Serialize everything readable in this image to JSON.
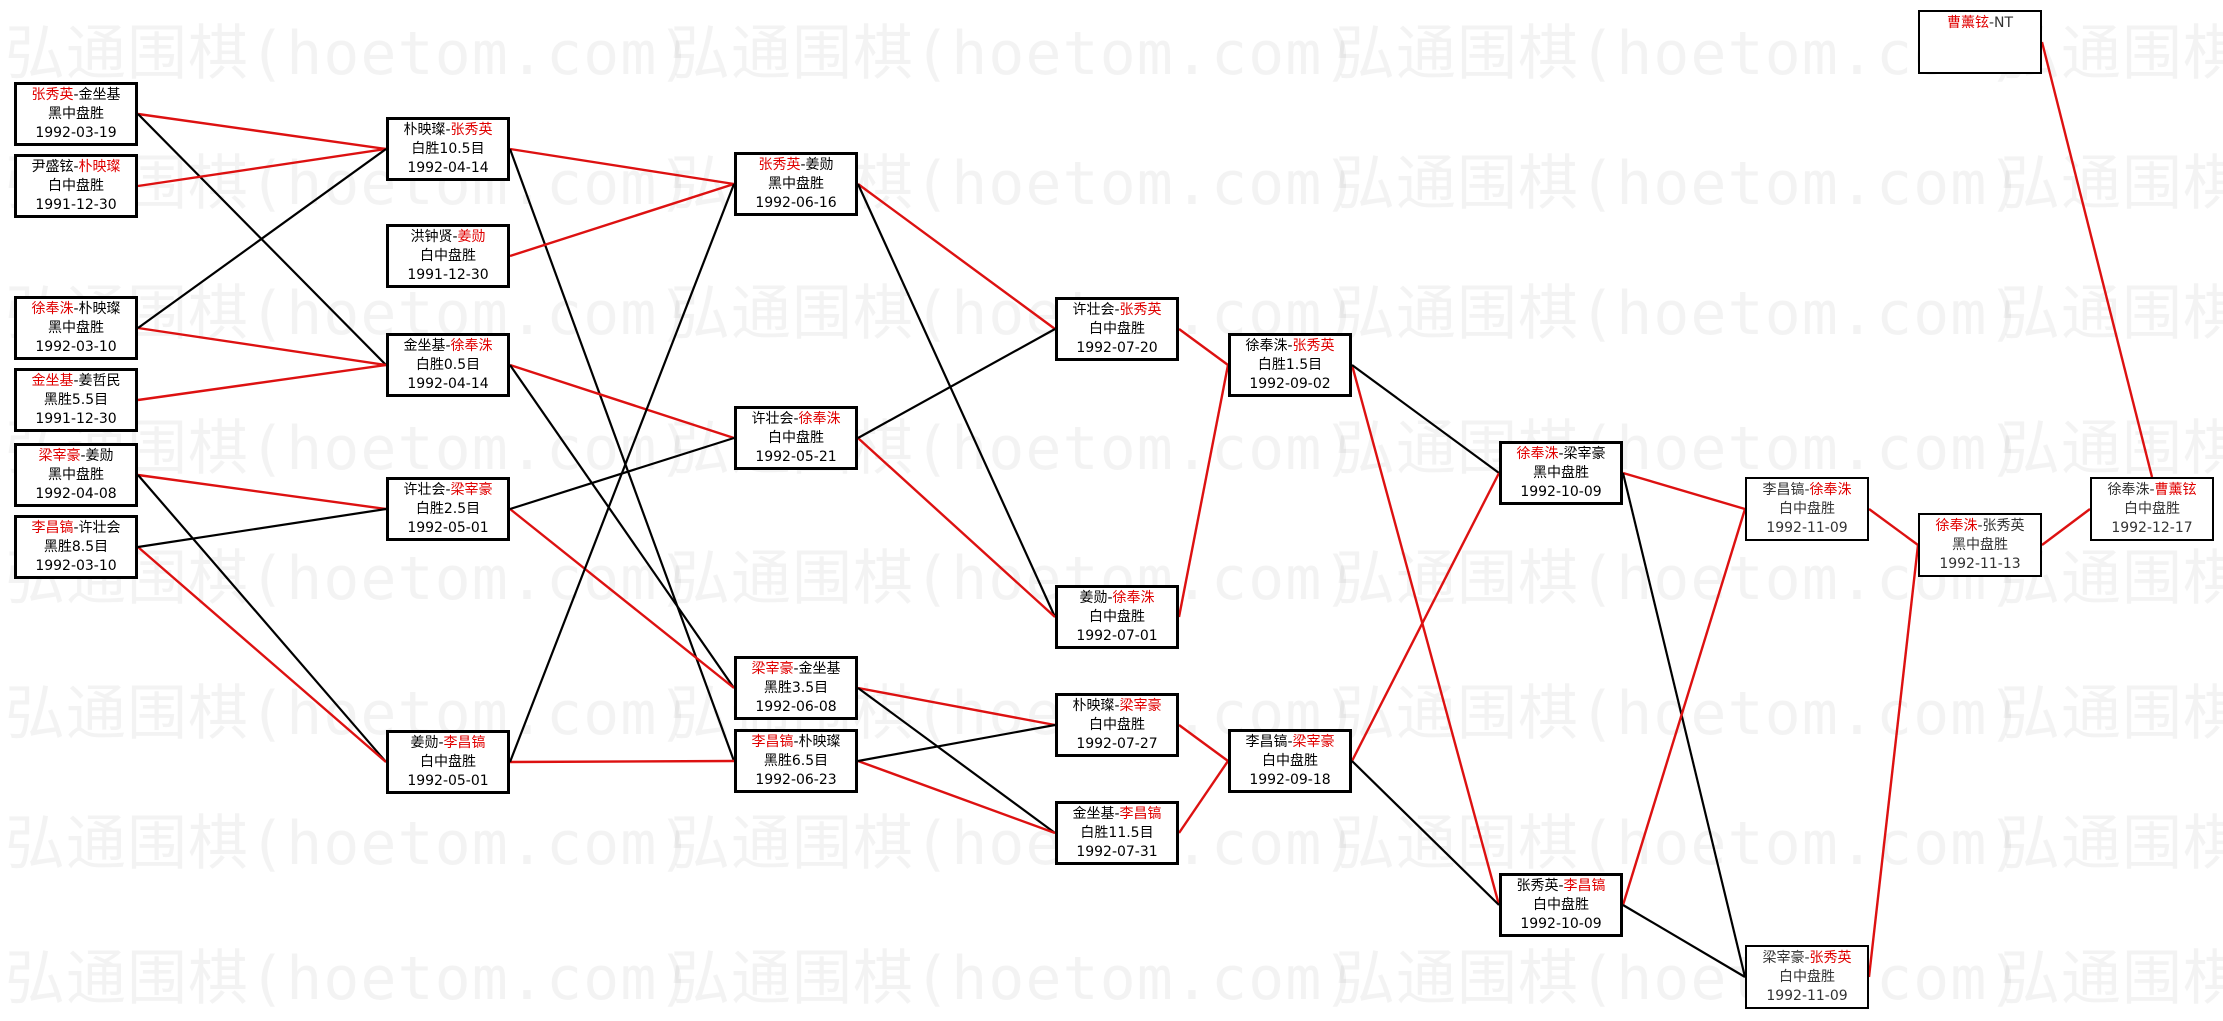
{
  "watermark": "弘通围棋(hoetom.com)",
  "colors": {
    "winner": "#e00000",
    "win_edge": "#dd1111",
    "loss_edge": "#000000",
    "border": "#000000"
  },
  "matches": [
    {
      "id": "r1-1",
      "p1": "张秀英",
      "p2": "金坐基",
      "winner": 1,
      "result": "黑中盘胜",
      "date": "1992-03-19"
    },
    {
      "id": "r1-2",
      "p1": "尹盛铉",
      "p2": "朴映璨",
      "winner": 2,
      "result": "白中盘胜",
      "date": "1991-12-30"
    },
    {
      "id": "r1-3",
      "p1": "徐奉洙",
      "p2": "朴映璨",
      "winner": 1,
      "result": "黑中盘胜",
      "date": "1992-03-10"
    },
    {
      "id": "r1-4",
      "p1": "金坐基",
      "p2": "姜哲民",
      "winner": 1,
      "result": "黑胜5.5目",
      "date": "1991-12-30"
    },
    {
      "id": "r1-5",
      "p1": "梁宰豪",
      "p2": "姜勋",
      "winner": 1,
      "result": "黑中盘胜",
      "date": "1992-04-08"
    },
    {
      "id": "r1-6",
      "p1": "李昌镐",
      "p2": "许壮会",
      "winner": 1,
      "result": "黑胜8.5目",
      "date": "1992-03-10"
    },
    {
      "id": "r2-1",
      "p1": "朴映璨",
      "p2": "张秀英",
      "winner": 2,
      "result": "白胜10.5目",
      "date": "1992-04-14"
    },
    {
      "id": "r2-2",
      "p1": "洪钟贤",
      "p2": "姜勋",
      "winner": 2,
      "result": "白中盘胜",
      "date": "1991-12-30"
    },
    {
      "id": "r2-3",
      "p1": "金坐基",
      "p2": "徐奉洙",
      "winner": 2,
      "result": "白胜0.5目",
      "date": "1992-04-14"
    },
    {
      "id": "r2-4",
      "p1": "许壮会",
      "p2": "梁宰豪",
      "winner": 2,
      "result": "白胜2.5目",
      "date": "1992-05-01"
    },
    {
      "id": "r2-5",
      "p1": "姜勋",
      "p2": "李昌镐",
      "winner": 2,
      "result": "白中盘胜",
      "date": "1992-05-01"
    },
    {
      "id": "r3-1",
      "p1": "张秀英",
      "p2": "姜勋",
      "winner": 1,
      "result": "黑中盘胜",
      "date": "1992-06-16"
    },
    {
      "id": "r3-2",
      "p1": "许壮会",
      "p2": "徐奉洙",
      "winner": 2,
      "result": "白中盘胜",
      "date": "1992-05-21"
    },
    {
      "id": "r3-3",
      "p1": "梁宰豪",
      "p2": "金坐基",
      "winner": 1,
      "result": "黑胜3.5目",
      "date": "1992-06-08"
    },
    {
      "id": "r3-4",
      "p1": "李昌镐",
      "p2": "朴映璨",
      "winner": 1,
      "result": "黑胜6.5目",
      "date": "1992-06-23"
    },
    {
      "id": "r4-1",
      "p1": "许壮会",
      "p2": "张秀英",
      "winner": 2,
      "result": "白中盘胜",
      "date": "1992-07-20"
    },
    {
      "id": "r4-2",
      "p1": "姜勋",
      "p2": "徐奉洙",
      "winner": 2,
      "result": "白中盘胜",
      "date": "1992-07-01"
    },
    {
      "id": "r4-3",
      "p1": "朴映璨",
      "p2": "梁宰豪",
      "winner": 2,
      "result": "白中盘胜",
      "date": "1992-07-27"
    },
    {
      "id": "r4-4",
      "p1": "金坐基",
      "p2": "李昌镐",
      "winner": 2,
      "result": "白胜11.5目",
      "date": "1992-07-31"
    },
    {
      "id": "r5-1",
      "p1": "徐奉洙",
      "p2": "张秀英",
      "winner": 2,
      "result": "白胜1.5目",
      "date": "1992-09-02"
    },
    {
      "id": "r5-2",
      "p1": "李昌镐",
      "p2": "梁宰豪",
      "winner": 2,
      "result": "白中盘胜",
      "date": "1992-09-18"
    },
    {
      "id": "r6-1",
      "p1": "徐奉洙",
      "p2": "梁宰豪",
      "winner": 1,
      "result": "黑中盘胜",
      "date": "1992-10-09"
    },
    {
      "id": "r6-2",
      "p1": "张秀英",
      "p2": "李昌镐",
      "winner": 2,
      "result": "白中盘胜",
      "date": "1992-10-09"
    },
    {
      "id": "r7-1",
      "p1": "李昌镐",
      "p2": "徐奉洙",
      "winner": 2,
      "result": "白中盘胜",
      "date": "1992-11-09"
    },
    {
      "id": "r7-2",
      "p1": "梁宰豪",
      "p2": "张秀英",
      "winner": 2,
      "result": "白中盘胜",
      "date": "1992-11-09"
    },
    {
      "id": "r8-1",
      "p1": "徐奉洙",
      "p2": "张秀英",
      "winner": 1,
      "result": "黑中盘胜",
      "date": "1992-11-13"
    },
    {
      "id": "r9-1",
      "p1": "徐奉洙",
      "p2": "曹薰铉",
      "winner": 2,
      "result": "白中盘胜",
      "date": "1992-12-17"
    },
    {
      "id": "seed",
      "p1": "曹薰铉",
      "p2": "NT",
      "winner": 1,
      "result": "",
      "date": ""
    }
  ],
  "edges": [
    {
      "from": "r1-1",
      "to": "r2-1",
      "win": true
    },
    {
      "from": "r1-1",
      "to": "r2-3",
      "win": false
    },
    {
      "from": "r1-2",
      "to": "r2-1",
      "win": true
    },
    {
      "from": "r1-3",
      "to": "r2-3",
      "win": true
    },
    {
      "from": "r1-3",
      "to": "r2-1",
      "win": false
    },
    {
      "from": "r1-4",
      "to": "r2-3",
      "win": true
    },
    {
      "from": "r1-5",
      "to": "r2-4",
      "win": true
    },
    {
      "from": "r1-5",
      "to": "r2-5",
      "win": false
    },
    {
      "from": "r1-6",
      "to": "r2-5",
      "win": true
    },
    {
      "from": "r1-6",
      "to": "r2-4",
      "win": false
    },
    {
      "from": "r2-1",
      "to": "r3-1",
      "win": true
    },
    {
      "from": "r2-1",
      "to": "r3-4",
      "win": false
    },
    {
      "from": "r2-2",
      "to": "r3-1",
      "win": true
    },
    {
      "from": "r2-3",
      "to": "r3-2",
      "win": true
    },
    {
      "from": "r2-3",
      "to": "r3-3",
      "win": false
    },
    {
      "from": "r2-4",
      "to": "r3-3",
      "win": true
    },
    {
      "from": "r2-4",
      "to": "r3-2",
      "win": false
    },
    {
      "from": "r2-5",
      "to": "r3-4",
      "win": true
    },
    {
      "from": "r2-5",
      "to": "r3-1",
      "win": false
    },
    {
      "from": "r3-1",
      "to": "r4-1",
      "win": true
    },
    {
      "from": "r3-1",
      "to": "r4-2",
      "win": false
    },
    {
      "from": "r3-2",
      "to": "r4-2",
      "win": true
    },
    {
      "from": "r3-2",
      "to": "r4-1",
      "win": false
    },
    {
      "from": "r3-3",
      "to": "r4-3",
      "win": true
    },
    {
      "from": "r3-3",
      "to": "r4-4",
      "win": false
    },
    {
      "from": "r3-4",
      "to": "r4-4",
      "win": true
    },
    {
      "from": "r3-4",
      "to": "r4-3",
      "win": false
    },
    {
      "from": "r4-1",
      "to": "r5-1",
      "win": true
    },
    {
      "from": "r4-2",
      "to": "r5-1",
      "win": true
    },
    {
      "from": "r4-3",
      "to": "r5-2",
      "win": true
    },
    {
      "from": "r4-4",
      "to": "r5-2",
      "win": true
    },
    {
      "from": "r5-1",
      "to": "r6-2",
      "win": true
    },
    {
      "from": "r5-1",
      "to": "r6-1",
      "win": false
    },
    {
      "from": "r5-2",
      "to": "r6-1",
      "win": true
    },
    {
      "from": "r5-2",
      "to": "r6-2",
      "win": false
    },
    {
      "from": "r6-1",
      "to": "r7-1",
      "win": true
    },
    {
      "from": "r6-1",
      "to": "r7-2",
      "win": false
    },
    {
      "from": "r6-2",
      "to": "r7-1",
      "win": true
    },
    {
      "from": "r6-2",
      "to": "r7-2",
      "win": false
    },
    {
      "from": "r7-1",
      "to": "r8-1",
      "win": true
    },
    {
      "from": "r7-2",
      "to": "r8-1",
      "win": true
    },
    {
      "from": "r8-1",
      "to": "r9-1",
      "win": true
    },
    {
      "from": "seed",
      "to": "r9-1",
      "win": true
    }
  ]
}
